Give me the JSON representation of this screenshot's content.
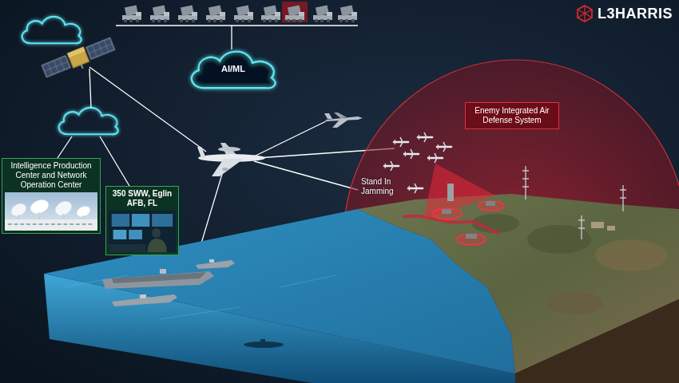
{
  "diagram": {
    "nodes": [
      {
        "text": [
          "AI/ML"
        ]
      },
      {
        "text": [
          "Enemy Integrated Air Defense System"
        ]
      },
      {
        "text": [
          "Intelligence Production Center and Network Operation Center"
        ]
      },
      {
        "text": [
          "350 SWW, Eglin AFB, FL"
        ]
      }
    ],
    "labels": [
      "L3HARRIS",
      "Stand In Jamming"
    ]
  }
}
